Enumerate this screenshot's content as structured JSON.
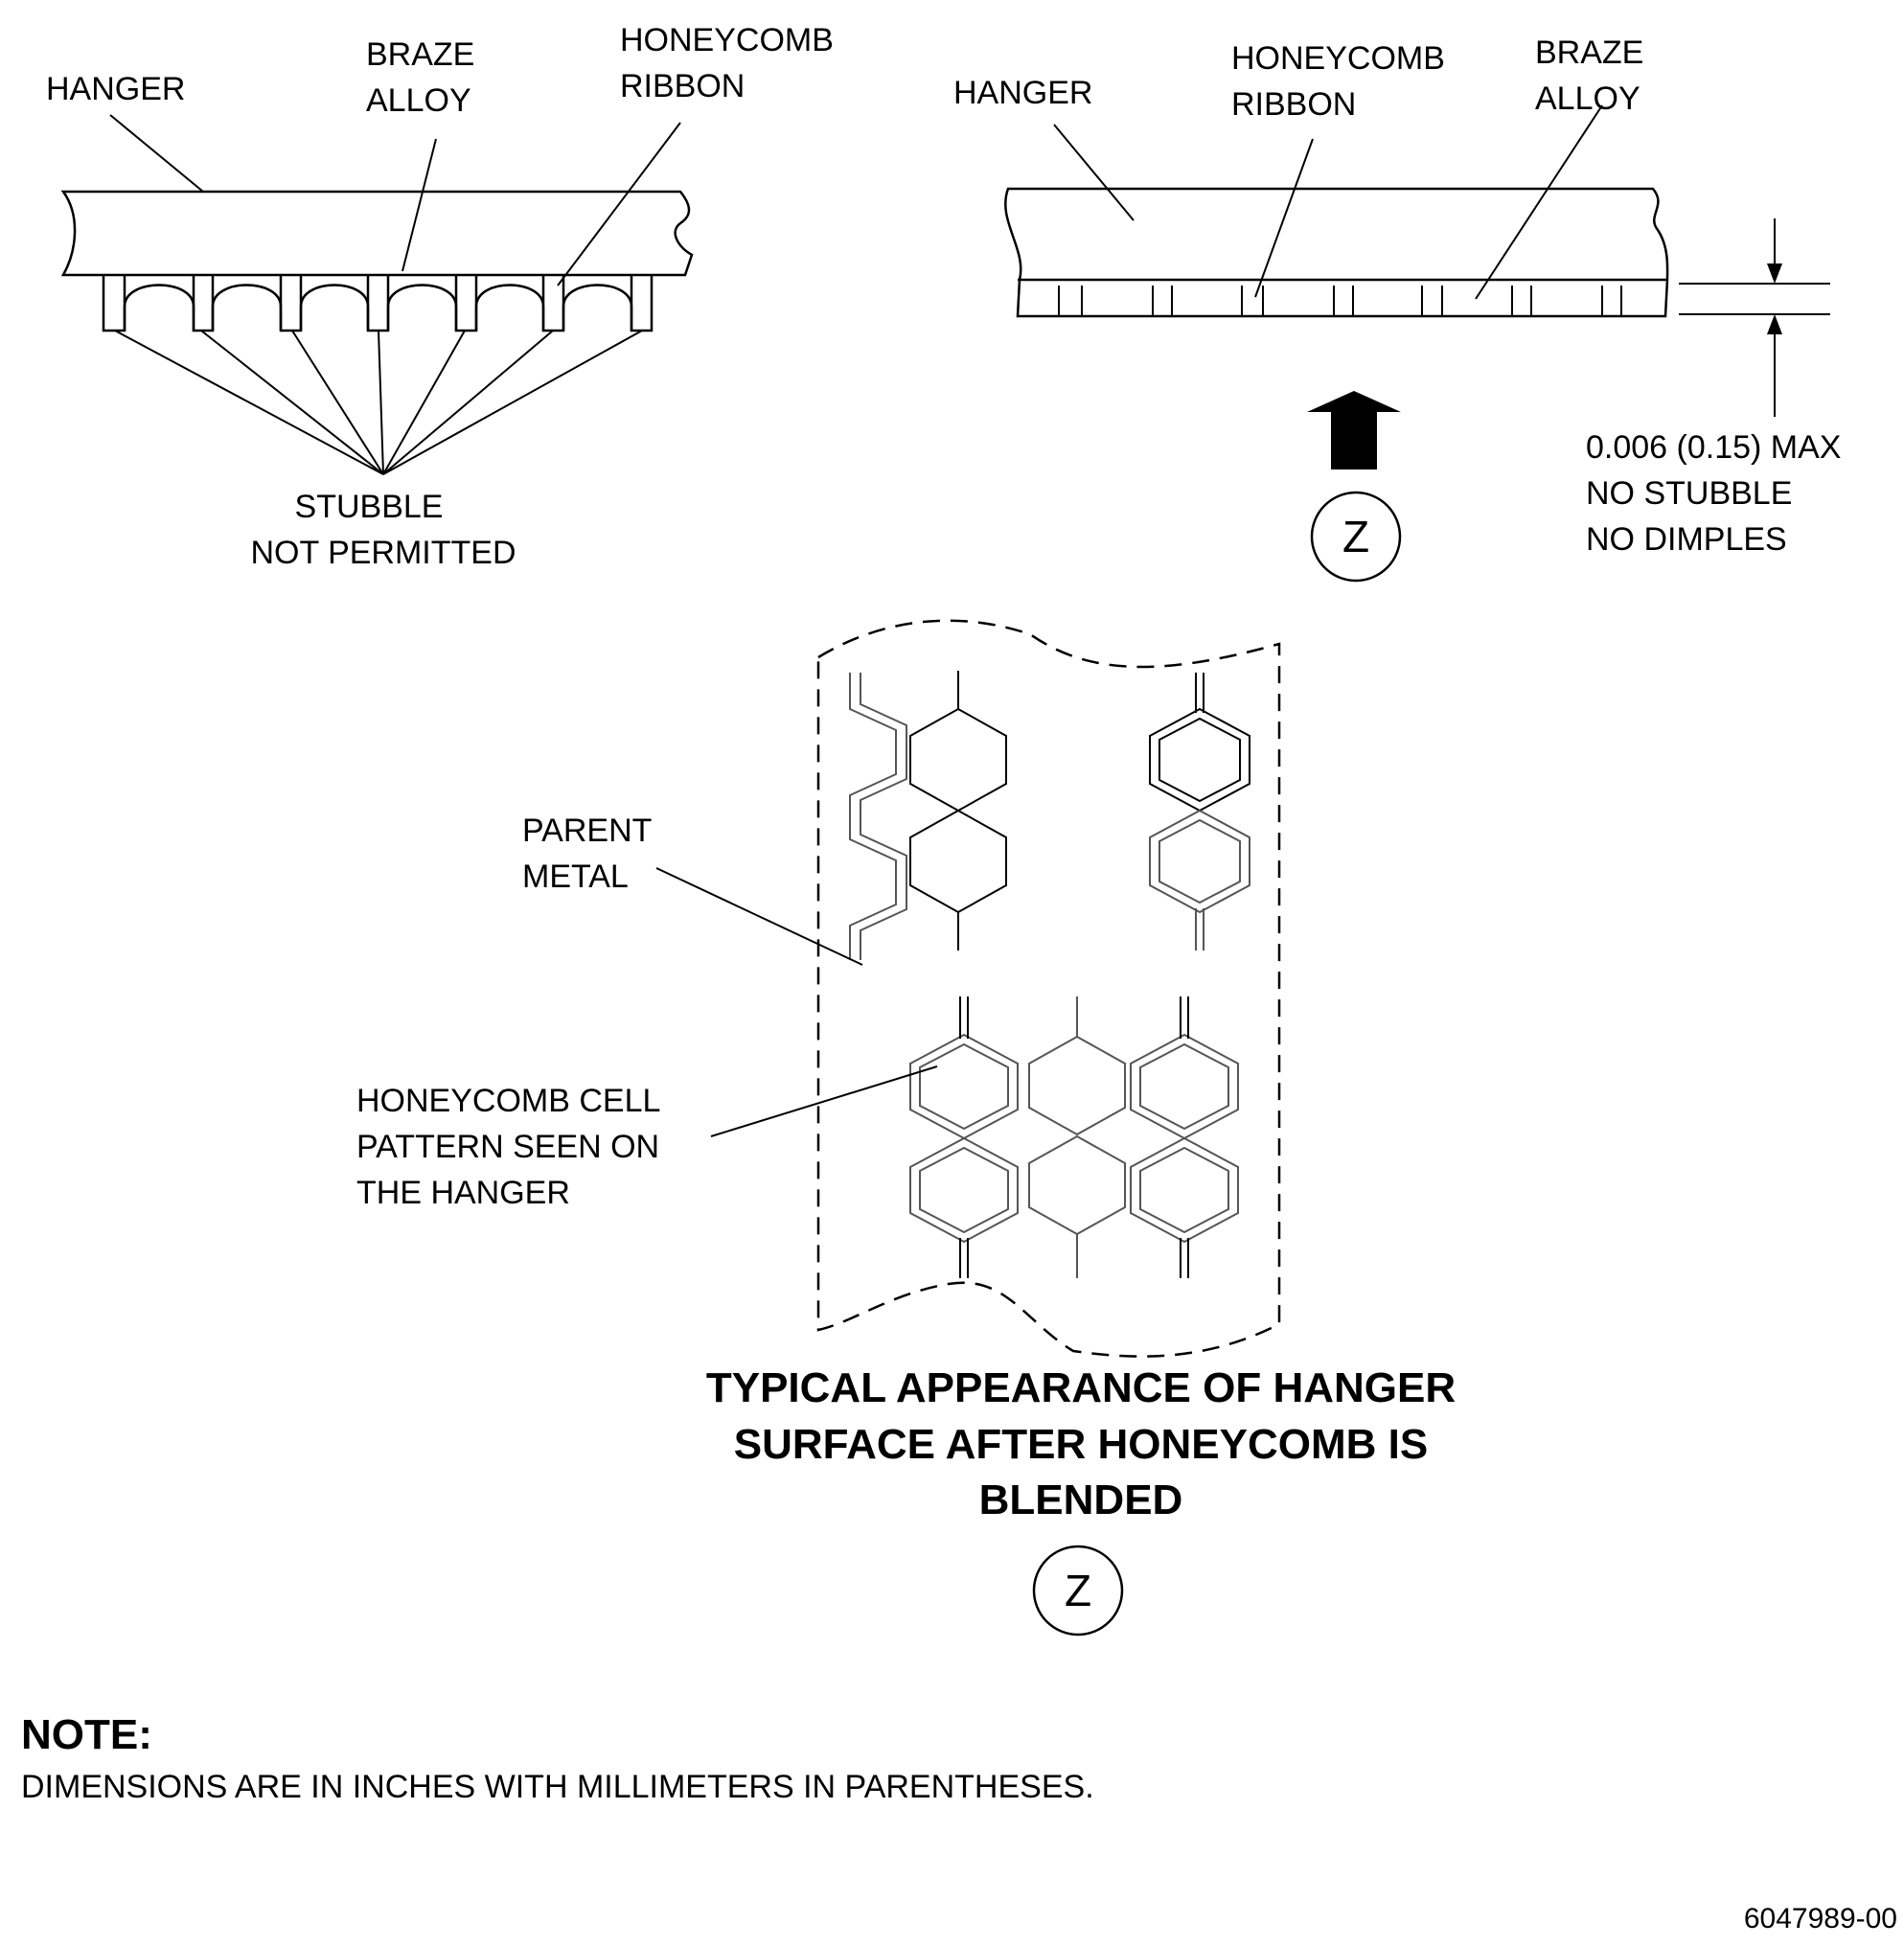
{
  "left_view": {
    "hanger": "HANGER",
    "braze_alloy": [
      "BRAZE",
      "ALLOY"
    ],
    "honeycomb_ribbon": [
      "HONEYCOMB",
      "RIBBON"
    ],
    "stubble": [
      "STUBBLE",
      "NOT PERMITTED"
    ]
  },
  "right_view": {
    "hanger": "HANGER",
    "honeycomb_ribbon": [
      "HONEYCOMB",
      "RIBBON"
    ],
    "braze_alloy": [
      "BRAZE",
      "ALLOY"
    ],
    "dimension": [
      "0.006 (0.15) MAX",
      "NO STUBBLE",
      "NO DIMPLES"
    ],
    "view_callout": "Z"
  },
  "view_z": {
    "parent_metal": [
      "PARENT",
      "METAL"
    ],
    "cell_pattern": [
      "HONEYCOMB CELL",
      "PATTERN SEEN ON",
      "THE HANGER"
    ],
    "caption": [
      "TYPICAL APPEARANCE OF HANGER",
      "SURFACE AFTER HONEYCOMB IS",
      "BLENDED"
    ],
    "view_label": "Z"
  },
  "note": {
    "heading": "NOTE:",
    "text": "DIMENSIONS ARE IN INCHES WITH MILLIMETERS IN PARENTHESES."
  },
  "figure_number": "6047989-00"
}
